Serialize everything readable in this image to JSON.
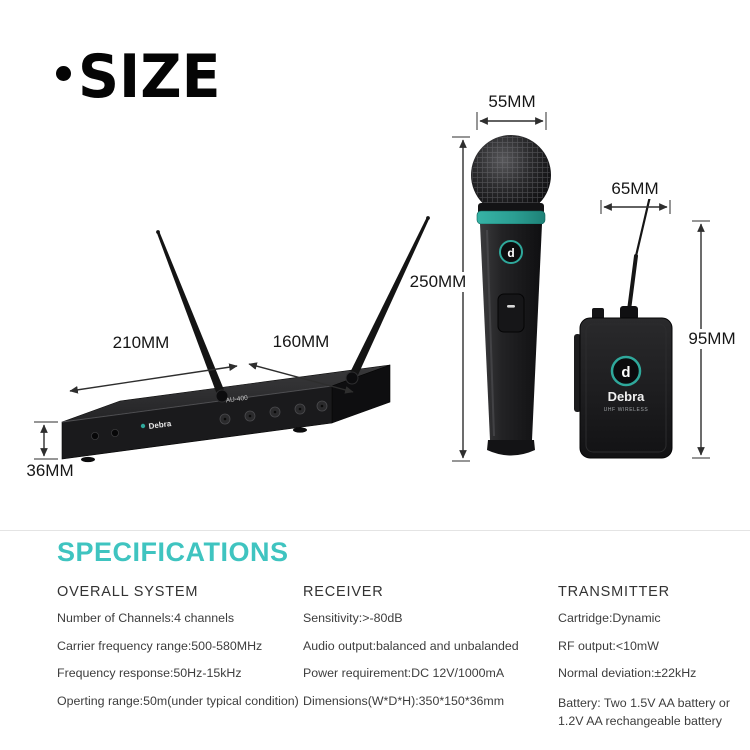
{
  "page": {
    "title": "SIZE"
  },
  "size_labels": {
    "receiver_width": "210MM",
    "receiver_depth": "160MM",
    "receiver_height": "36MM",
    "mic_diameter": "55MM",
    "mic_length": "250MM",
    "transmitter_width": "65MM",
    "transmitter_height": "95MM"
  },
  "devices": {
    "receiver": {
      "model": "AU-400",
      "brand": "Debra"
    },
    "transmitter": {
      "brand": "Debra",
      "sub_label": "UHF WIRELESS"
    },
    "logo_letter": "d"
  },
  "specs": {
    "heading": "SPECIFICATIONS",
    "columns": [
      {
        "title": "OVERALL SYSTEM",
        "items": [
          "Number of Channels:4 channels",
          "Carrier frequency range:500-580MHz",
          "Frequency response:50Hz-15kHz",
          "Operting range:50m(under typical condition)"
        ]
      },
      {
        "title": "RECEIVER",
        "items": [
          "Sensitivity:>-80dB",
          "Audio output:balanced and unbalanded",
          "Power requirement:DC 12V/1000mA",
          "Dimensions(W*D*H):350*150*36mm"
        ]
      },
      {
        "title": "TRANSMITTER",
        "items": [
          "Cartridge:Dynamic",
          "RF output:<10mW",
          "Normal deviation:±22kHz",
          "Battery: Two 1.5V AA battery or 1.2V AA rechangeable battery"
        ]
      }
    ]
  },
  "colors": {
    "accent": "#3fc4c0",
    "mic_ring": "#2b9e92",
    "dimension_line": "#2e2e2e"
  }
}
